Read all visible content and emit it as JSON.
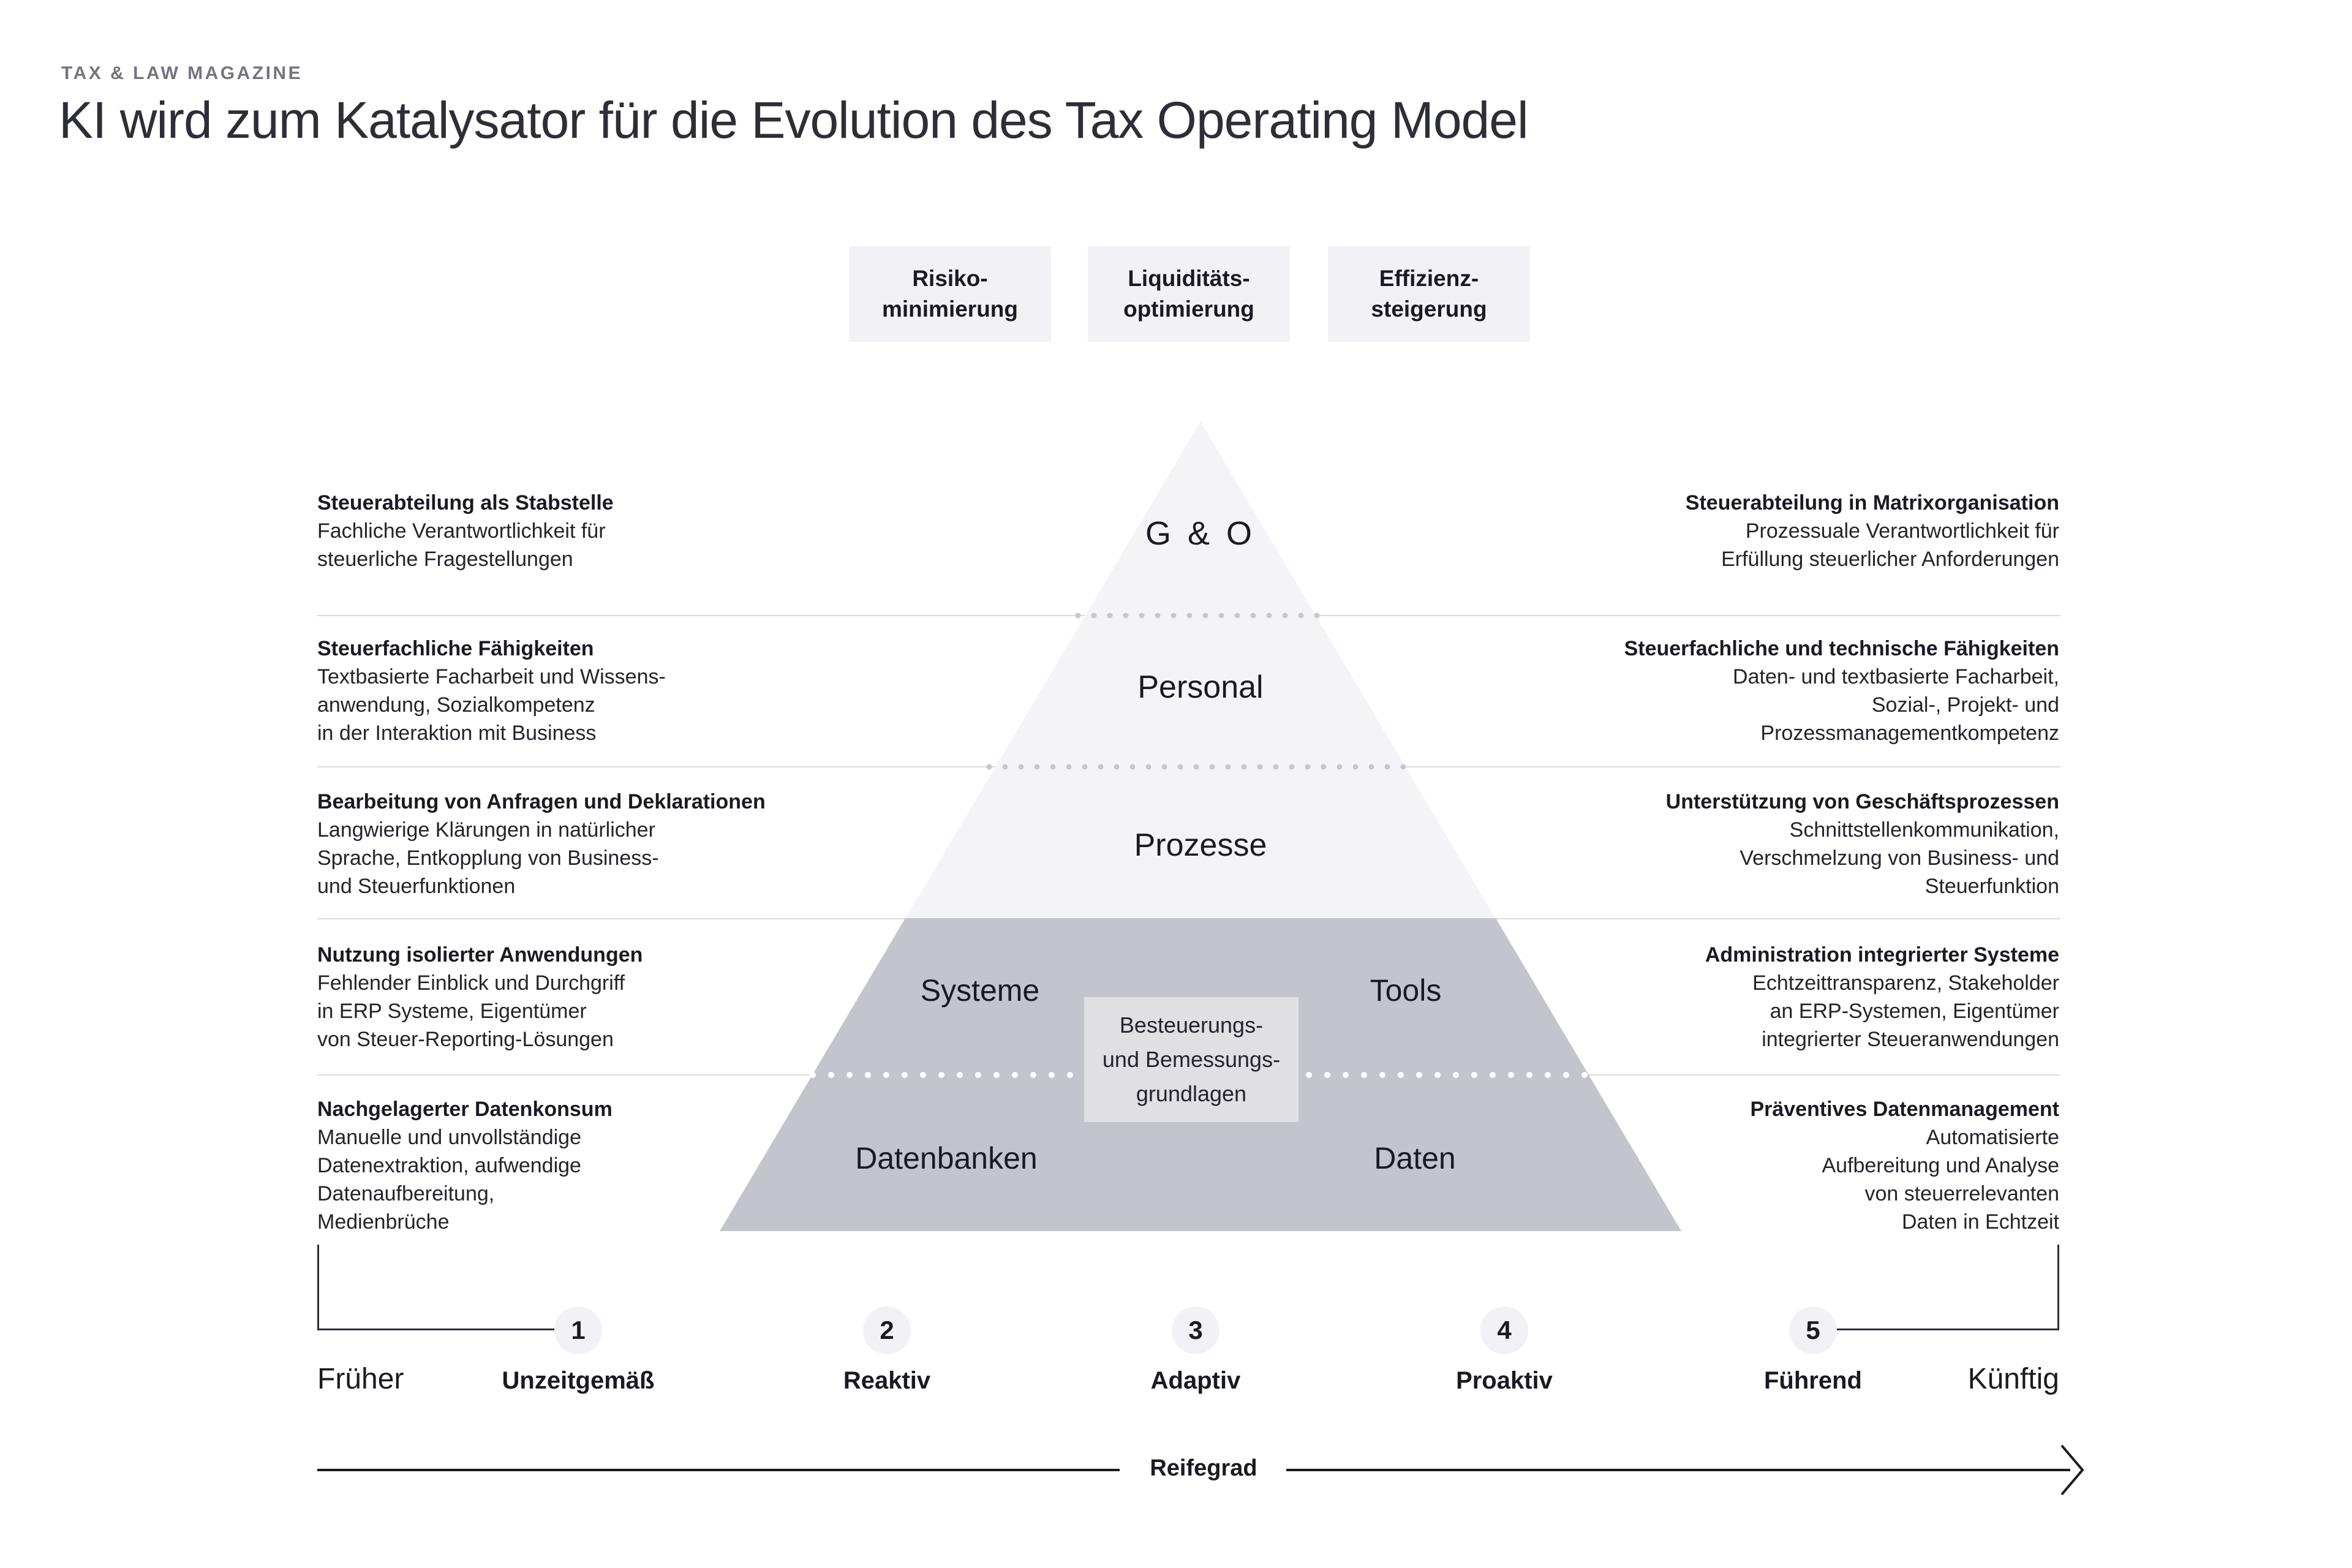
{
  "header": {
    "eyebrow": "TAX & LAW MAGAZINE",
    "title": "KI wird zum Katalysator für die Evolution des Tax Operating Model"
  },
  "benefit_boxes": [
    {
      "line1": "Risiko-",
      "line2": "minimierung"
    },
    {
      "line1": "Liquiditäts-",
      "line2": "optimierung"
    },
    {
      "line1": "Effizienz-",
      "line2": "steigerung"
    }
  ],
  "pyramid": {
    "levels": {
      "top": "G & O",
      "personal": "Personal",
      "prozesse": "Prozesse",
      "systeme": "Systeme",
      "tools": "Tools",
      "datenbanken": "Datenbanken",
      "daten": "Daten"
    },
    "center_box": {
      "line1": "Besteuerungs-",
      "line2": "und Bemessungs-",
      "line3": "grundlagen"
    }
  },
  "left_column": {
    "rows": [
      {
        "heading": "Steuerabteilung als Stabstelle",
        "lines": [
          "Fachliche Verantwortlichkeit für",
          "steuerliche Fragestellungen"
        ]
      },
      {
        "heading": "Steuerfachliche Fähigkeiten",
        "lines": [
          "Textbasierte Facharbeit und Wissens-",
          "anwendung, Sozialkompetenz",
          "in der Interaktion mit Business"
        ]
      },
      {
        "heading": "Bearbeitung von Anfragen und Deklarationen",
        "lines": [
          "Langwierige Klärungen in natürlicher",
          "Sprache, Entkopplung von Business-",
          "und Steuerfunktionen"
        ]
      },
      {
        "heading": "Nutzung isolierter Anwendungen",
        "lines": [
          "Fehlender Einblick und Durchgriff",
          "in ERP Systeme, Eigentümer",
          "von Steuer-Reporting-Lösungen"
        ]
      },
      {
        "heading": "Nachgelagerter Datenkonsum",
        "lines": [
          "Manuelle und unvollständige",
          "Datenextraktion, aufwendige",
          "Datenaufbereitung,",
          "Medienbrüche"
        ]
      }
    ]
  },
  "right_column": {
    "rows": [
      {
        "heading": "Steuerabteilung in Matrixorganisation",
        "lines": [
          "Prozessuale Verantwortlichkeit für",
          "Erfüllung steuerlicher Anforderungen"
        ]
      },
      {
        "heading": "Steuerfachliche und technische Fähigkeiten",
        "lines": [
          "Daten- und textbasierte Facharbeit,",
          "Sozial-, Projekt- und",
          "Prozessmanagementkompetenz"
        ]
      },
      {
        "heading": "Unterstützung von Geschäftsprozessen",
        "lines": [
          "Schnittstellenkommunikation,",
          "Verschmelzung von Business- und",
          "Steuerfunktion"
        ]
      },
      {
        "heading": "Administration integrierter Systeme",
        "lines": [
          "Echtzeittransparenz, Stakeholder",
          "an ERP-Systemen, Eigentümer",
          "integrierter Steueranwendungen"
        ]
      },
      {
        "heading": "Präventives Datenmanagement",
        "lines": [
          "Automatisierte",
          "Aufbereitung und Analyse",
          "von steuerrelevanten",
          "Daten in Echtzeit"
        ]
      }
    ]
  },
  "maturity_scale": {
    "past_label": "Früher",
    "future_label": "Künftig",
    "stages": [
      {
        "number": "1",
        "label": "Unzeitgemäß"
      },
      {
        "number": "2",
        "label": "Reaktiv"
      },
      {
        "number": "3",
        "label": "Adaptiv"
      },
      {
        "number": "4",
        "label": "Proaktiv"
      },
      {
        "number": "5",
        "label": "Führend"
      }
    ],
    "axis_label": "Reifegrad"
  },
  "colors": {
    "title_text": "#2e2e38",
    "eyebrow_text": "#747480",
    "pyramid_light": "#f4f4f8",
    "pyramid_dark": "#c4c4cd",
    "center_box_bg": "#dfdfe4",
    "benefit_box_bg": "#f2f2f6",
    "rule": "#dcdce0",
    "dot_gray": "#c7c7d0",
    "dot_white": "#ffffff"
  }
}
